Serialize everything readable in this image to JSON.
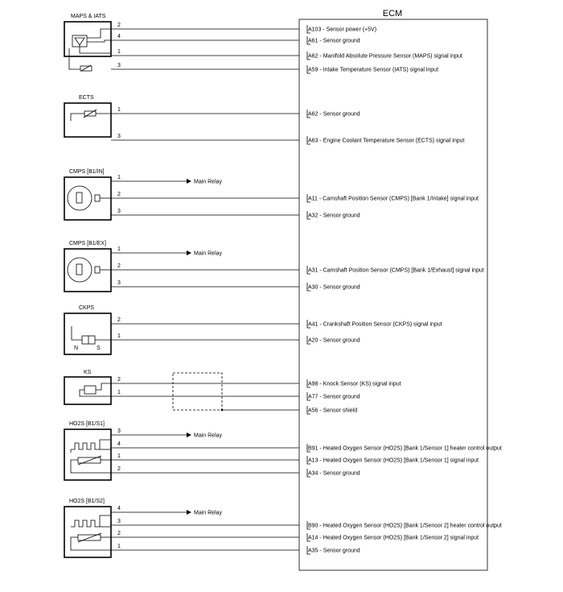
{
  "ecm": {
    "title": "ECM"
  },
  "main_relay_label": "Main Relay",
  "components": [
    {
      "title": "MAPS & IATS",
      "pins": [
        {
          "pin": "2",
          "ecm_pin": "A103",
          "label": "Sensor power (+5V)"
        },
        {
          "pin": "4",
          "ecm_pin": "A61",
          "label": "Sensor ground"
        },
        {
          "pin": "1",
          "ecm_pin": "A62",
          "label": "Manifold Absolute Pressure Sensor (MAPS) signal input"
        },
        {
          "pin": "3",
          "ecm_pin": "A59",
          "label": "Intake Temperature Sensor (IATS) signal input"
        }
      ]
    },
    {
      "title": "ECTS",
      "pins": [
        {
          "pin": "1",
          "ecm_pin": "A62",
          "label": "Sensor ground"
        },
        {
          "pin": "3",
          "ecm_pin": "A63",
          "label": "Engine Coolant Temperature Sensor (ECTS) signal input"
        }
      ]
    },
    {
      "title": "CMPS [B1/IN]",
      "pins": [
        {
          "pin": "1",
          "to_relay": true
        },
        {
          "pin": "2",
          "ecm_pin": "A11",
          "label": "Camshaft Position Sensor (CMPS) [Bank 1/Intake] signal input"
        },
        {
          "pin": "3",
          "ecm_pin": "A32",
          "label": "Sensor ground"
        }
      ]
    },
    {
      "title": "CMPS [B1/EX]",
      "pins": [
        {
          "pin": "1",
          "to_relay": true
        },
        {
          "pin": "2",
          "ecm_pin": "A31",
          "label": "Camshaft Position Sensor (CMPS) [Bank 1/Exhaust] signal input"
        },
        {
          "pin": "3",
          "ecm_pin": "A30",
          "label": "Sensor ground"
        }
      ]
    },
    {
      "title": "CKPS",
      "sub_labels": [
        "N",
        "S"
      ],
      "pins": [
        {
          "pin": "2",
          "ecm_pin": "A41",
          "label": "Crankshaft Position Sensor (CKPS) signal input"
        },
        {
          "pin": "1",
          "ecm_pin": "A20",
          "label": "Sensor ground"
        }
      ]
    },
    {
      "title": "KS",
      "pins": [
        {
          "pin": "2",
          "ecm_pin": "A98",
          "label": "Knock Sensor (KS) signal input"
        },
        {
          "pin": "1",
          "ecm_pin": "A77",
          "label": "Sensor ground"
        },
        {
          "ecm_pin": "A56",
          "label": "Sensor shield"
        }
      ]
    },
    {
      "title": "HO2S [B1/S1]",
      "pins": [
        {
          "pin": "3",
          "to_relay": true
        },
        {
          "pin": "4",
          "ecm_pin": "B91",
          "label": "Heated Oxygen Sensor (HO2S) [Bank 1/Sensor 1] heater control output"
        },
        {
          "pin": "1",
          "ecm_pin": "A13",
          "label": "Heated Oxygen Sensor (HO2S) [Bank 1/Sensor 1] signal input"
        },
        {
          "pin": "2",
          "ecm_pin": "A34",
          "label": "Sensor ground"
        }
      ]
    },
    {
      "title": "HO2S [B1/S2]",
      "pins": [
        {
          "pin": "4",
          "to_relay": true
        },
        {
          "pin": "3",
          "ecm_pin": "B90",
          "label": "Heated Oxygen Sensor (HO2S) [Bank 1/Sensor 2] heater control output"
        },
        {
          "pin": "2",
          "ecm_pin": "A14",
          "label": "Heated Oxygen Sensor (HO2S) [Bank 1/Sensor 2] signal input"
        },
        {
          "pin": "1",
          "ecm_pin": "A35",
          "label": "Sensor ground"
        }
      ]
    }
  ]
}
